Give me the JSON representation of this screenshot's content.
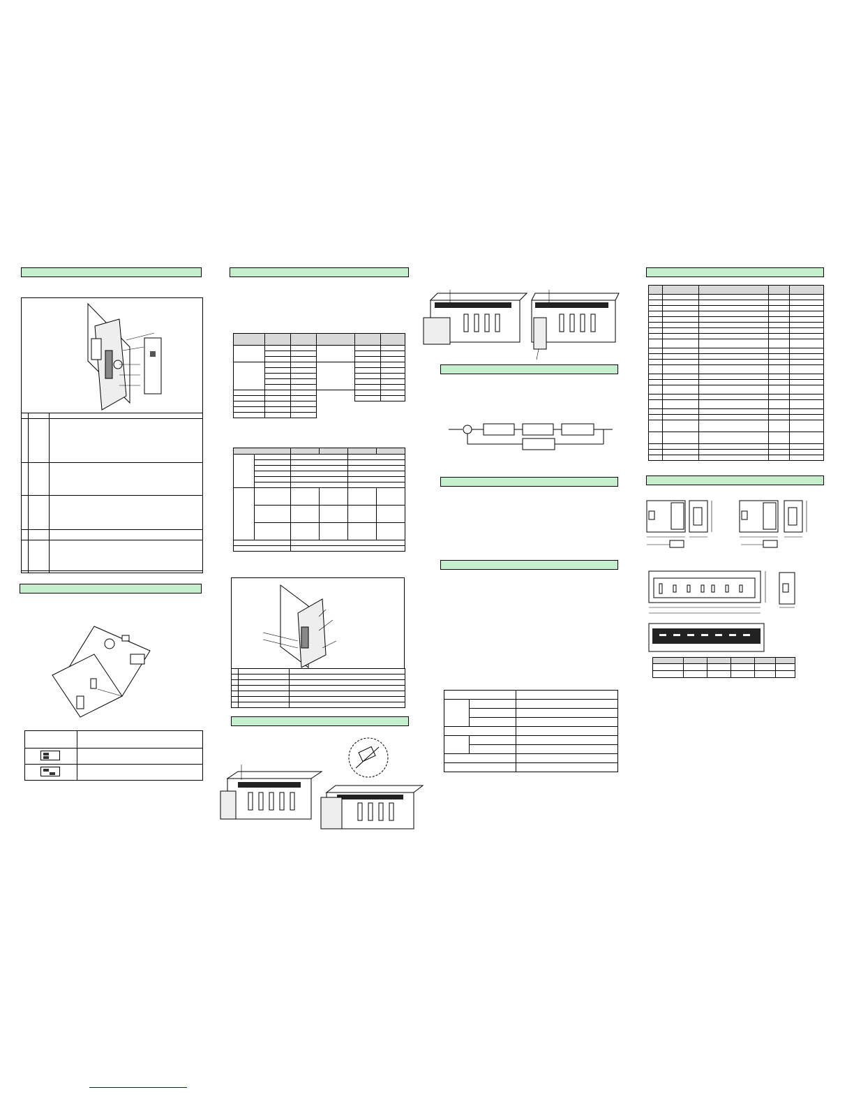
{
  "page": {
    "section_bars": [
      {
        "id": "p1-s1",
        "text": ""
      },
      {
        "id": "p1-s2",
        "text": ""
      },
      {
        "id": "p2-s1",
        "text": ""
      },
      {
        "id": "p2-s2",
        "text": ""
      },
      {
        "id": "p3-s1",
        "text": ""
      },
      {
        "id": "p3-s2",
        "text": ""
      },
      {
        "id": "p3-s3",
        "text": ""
      },
      {
        "id": "p4-s1",
        "text": ""
      },
      {
        "id": "p4-s2",
        "text": ""
      }
    ],
    "footer_link": ""
  },
  "colors": {
    "section_bar": "#c6efce",
    "table_header": "#d9d9d9",
    "link": "#0000ee"
  },
  "icons": [
    "module-illustration",
    "dip-switch-icon",
    "base-rack-illustration",
    "block-diagram",
    "dimension-drawing"
  ]
}
